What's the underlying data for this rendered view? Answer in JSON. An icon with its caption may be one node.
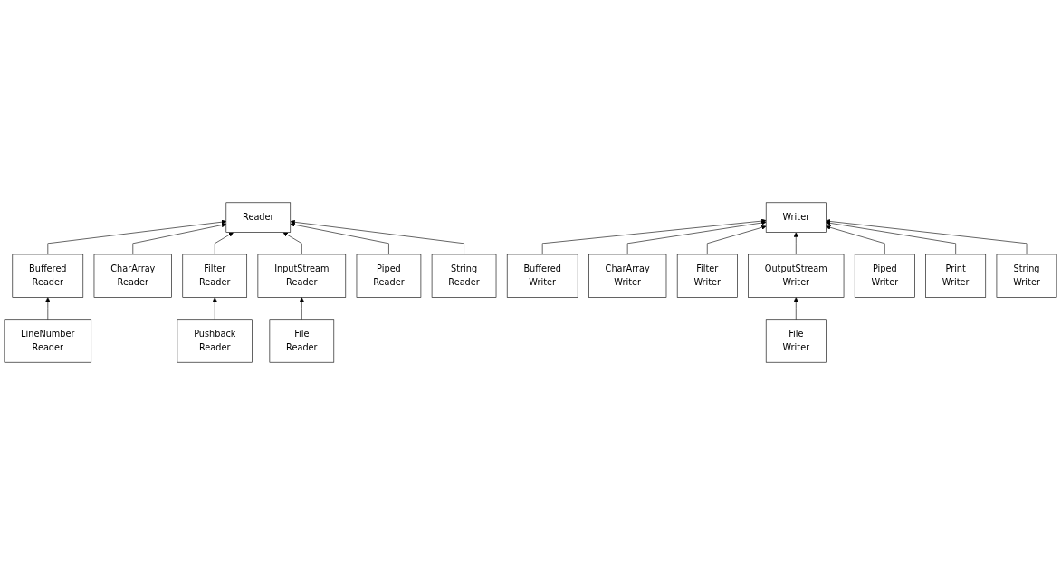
{
  "diagram": {
    "nodes": [
      {
        "text": [
          "Reader"
        ]
      },
      {
        "text": [
          "Buffered Reader"
        ]
      },
      {
        "text": [
          "CharArray Reader"
        ]
      },
      {
        "text": [
          "Filter Reader"
        ]
      },
      {
        "text": [
          "InputStream Reader"
        ]
      },
      {
        "text": [
          "Piped Reader"
        ]
      },
      {
        "text": [
          "String Reader"
        ]
      },
      {
        "text": [
          "LineNumber Reader"
        ]
      },
      {
        "text": [
          "Pushback Reader"
        ]
      },
      {
        "text": [
          "File Reader"
        ]
      },
      {
        "text": [
          "Writer"
        ]
      },
      {
        "text": [
          "Buffered Writer"
        ]
      },
      {
        "text": [
          "CharArray Writer"
        ]
      },
      {
        "text": [
          "Filter Writer"
        ]
      },
      {
        "text": [
          "OutputStream Writer"
        ]
      },
      {
        "text": [
          "Piped Writer"
        ]
      },
      {
        "text": [
          "Print Writer"
        ]
      },
      {
        "text": [
          "String Writer"
        ]
      },
      {
        "text": [
          "File Writer"
        ]
      }
    ],
    "edges": [
      {
        "from": 1,
        "to": 0,
        "arrow": "to"
      },
      {
        "from": 2,
        "to": 0,
        "arrow": "to"
      },
      {
        "from": 3,
        "to": 0,
        "arrow": "to"
      },
      {
        "from": 4,
        "to": 0,
        "arrow": "to"
      },
      {
        "from": 5,
        "to": 0,
        "arrow": "to"
      },
      {
        "from": 6,
        "to": 0,
        "arrow": "to"
      },
      {
        "from": 7,
        "to": 1,
        "arrow": "to"
      },
      {
        "from": 8,
        "to": 3,
        "arrow": "to"
      },
      {
        "from": 9,
        "to": 4,
        "arrow": "to"
      },
      {
        "from": 11,
        "to": 10,
        "arrow": "to"
      },
      {
        "from": 12,
        "to": 10,
        "arrow": "to"
      },
      {
        "from": 13,
        "to": 10,
        "arrow": "to"
      },
      {
        "from": 14,
        "to": 10,
        "arrow": "to"
      },
      {
        "from": 15,
        "to": 10,
        "arrow": "to"
      },
      {
        "from": 16,
        "to": 10,
        "arrow": "to"
      },
      {
        "from": 17,
        "to": 10,
        "arrow": "to"
      },
      {
        "from": 18,
        "to": 14,
        "arrow": "to"
      }
    ]
  }
}
